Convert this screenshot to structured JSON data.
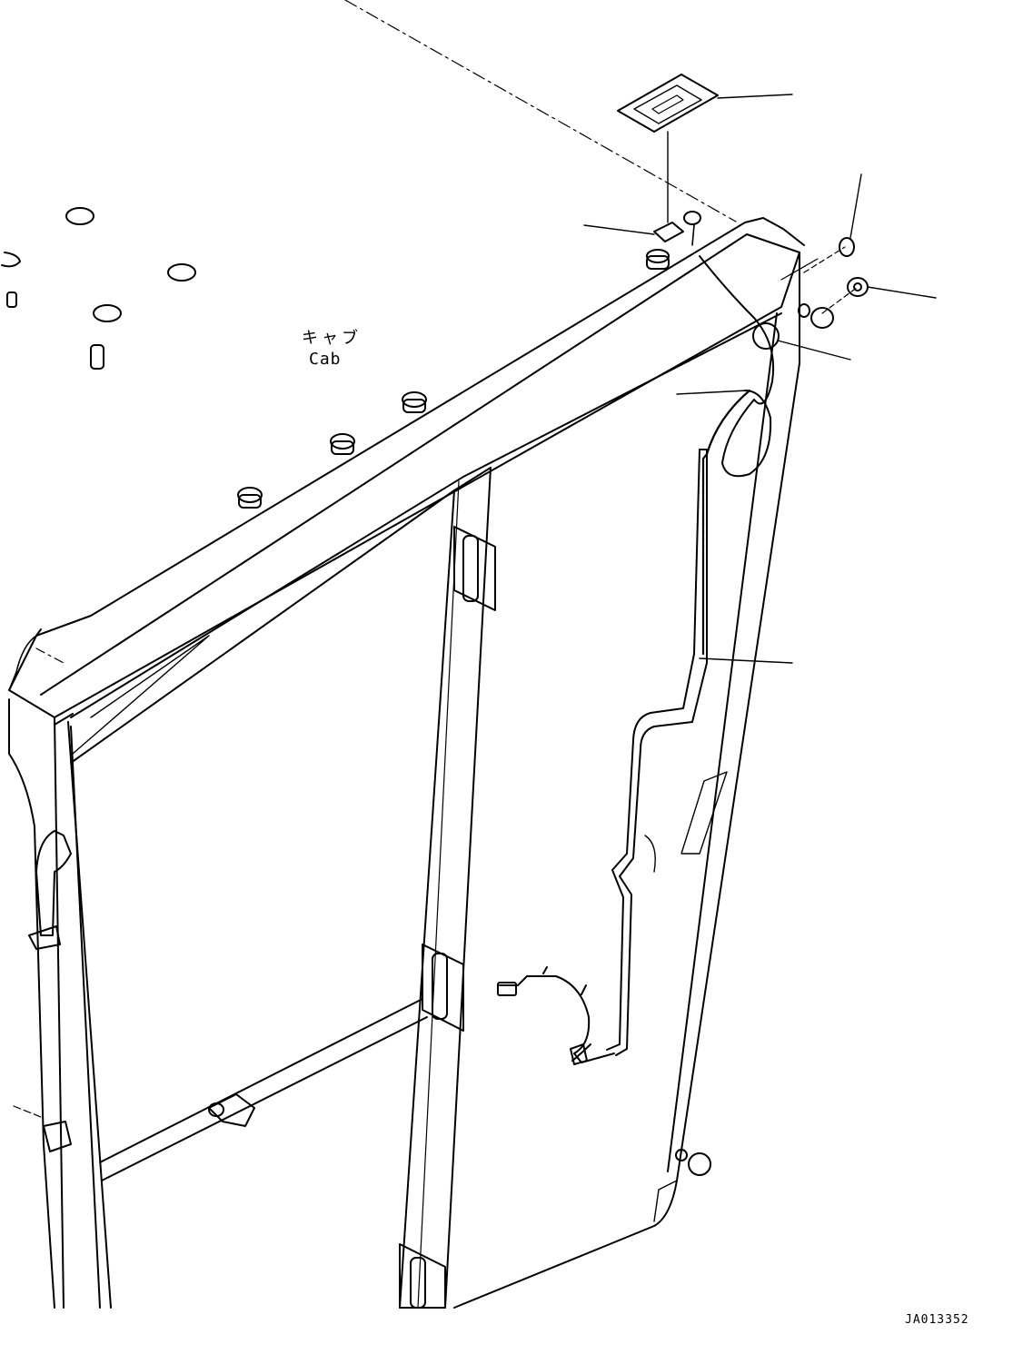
{
  "labels": {
    "part_ja": "キャブ",
    "part_en": "Cab",
    "drawing_code": "JA013352"
  },
  "colors": {
    "line": "#000000",
    "background": "#ffffff"
  }
}
